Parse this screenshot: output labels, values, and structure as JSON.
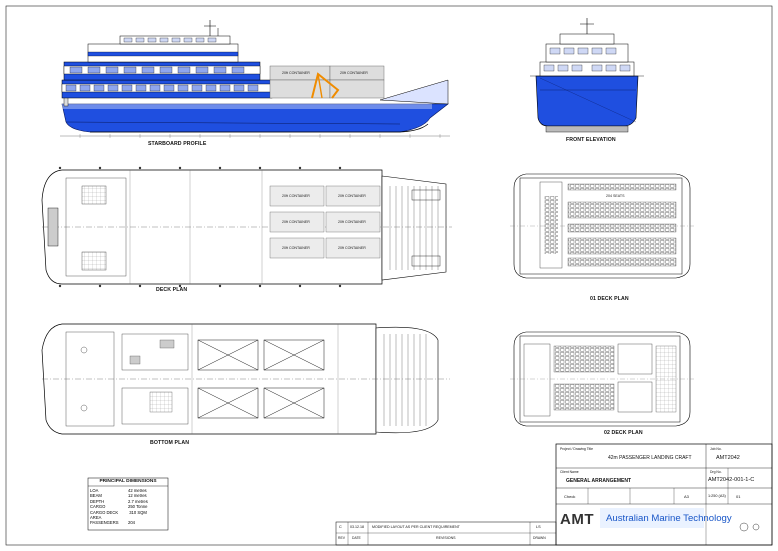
{
  "views": {
    "starboard_profile": "STARBOARD PROFILE",
    "front_elevation": "FRONT ELEVATION",
    "deck_plan": "DECK PLAN",
    "deck01_plan": "01 DECK PLAN",
    "bottom_plan": "BOTTOM PLAN",
    "deck02_plan": "02 DECK PLAN"
  },
  "cargo_label": "20ft CONTAINER",
  "deck01_seats": "204 SEATS",
  "principal_dimensions": {
    "title": "PRINCIPAL DIMENSIONS",
    "rows": [
      {
        "label": "LOA",
        "value": "42 metres"
      },
      {
        "label": "BEAM",
        "value": "12 metres"
      },
      {
        "label": "DEPTH",
        "value": "2.7 metres"
      },
      {
        "label": "CARGO",
        "value": "250 Tonne"
      },
      {
        "label": "CARGO DECK AREA",
        "value": "310 SQM"
      },
      {
        "label": "PASSENGERS",
        "value": "204"
      }
    ]
  },
  "title_block": {
    "client_header": "Client Name",
    "project_header": "Project / Drawing Title",
    "project": "42m PASSENGER LANDING CRAFT",
    "drawing_title": "GENERAL ARRANGEMENT",
    "job_label": "Job No.",
    "job_no": "AMT2042",
    "dwg_label": "Drg No.",
    "drawing_no": "AMT2042-001-1-C",
    "status": "Check",
    "sheet_size": "A3",
    "scale": "1:250 (A3)",
    "sheet": "01",
    "company": "Australian Marine Technology",
    "logo": "AMT",
    "revision_row1": {
      "rev": "C",
      "date": "03.12.18",
      "desc": "MODIFIED LAYOUT AS PER CLIENT REQUIREMENT",
      "by": "LS"
    },
    "revision_row2": {
      "rev": "REV",
      "date": "DATE",
      "desc": "REVISIONS",
      "by": "DRAWN"
    }
  }
}
